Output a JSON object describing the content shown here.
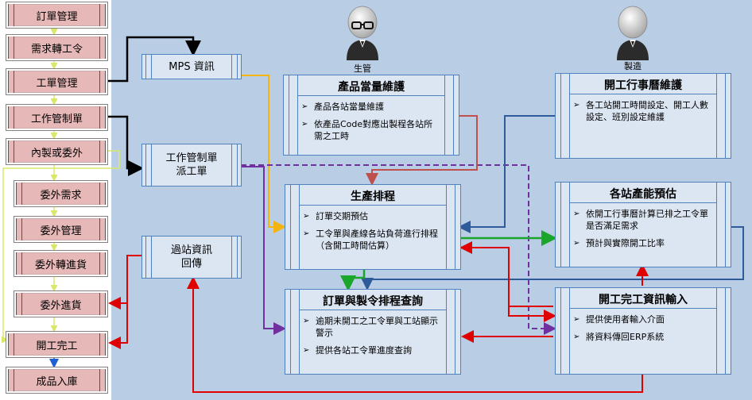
{
  "flow": [
    "訂單管理",
    "需求轉工令",
    "工單管理",
    "工作管制單",
    "內製或委外",
    "委外需求",
    "委外管理",
    "委外轉進貨",
    "委外進貨",
    "開工完工",
    "成品入庫"
  ],
  "systems": {
    "mps": "MPS 資訊",
    "dispatch_line1": "工作管制單",
    "dispatch_line2": "派工單",
    "feedback_line1": "過站資訊",
    "feedback_line2": "回傳"
  },
  "roles": {
    "production_mgmt": "生管",
    "manufacturing": "製造"
  },
  "modules": {
    "capacity": {
      "title": "產品當量維護",
      "items": [
        "產品各站當量維護",
        "依產品Code對應出製程各站所需之工時"
      ]
    },
    "calendar": {
      "title": "開工行事曆維護",
      "items": [
        "各工站開工時間設定、開工人數設定、班別設定維護"
      ]
    },
    "scheduling": {
      "title": "生產排程",
      "items": [
        "訂單交期預估",
        "工令單與產線各站負荷進行排程（含開工時間估算）"
      ]
    },
    "forecast": {
      "title": "各站產能預估",
      "items": [
        "依開工行事曆計算已排之工令單是否滿足需求",
        "預計與實際開工比率"
      ]
    },
    "query": {
      "title": "訂單與製令排程查詢",
      "items": [
        "逾期未開工之工令單與工站顯示警示",
        "提供各站工令單進度查詢"
      ]
    },
    "reporting": {
      "title": "開工完工資訊輸入",
      "items": [
        "提供使用者輸入介面",
        "將資料傳回ERP系統"
      ]
    }
  },
  "bullet": "➢",
  "colors": {
    "panel": "#b9cde5",
    "box_fill": "#dce6f2",
    "box_border": "#4f81bd",
    "flow_fill": "#e6b9b8"
  }
}
